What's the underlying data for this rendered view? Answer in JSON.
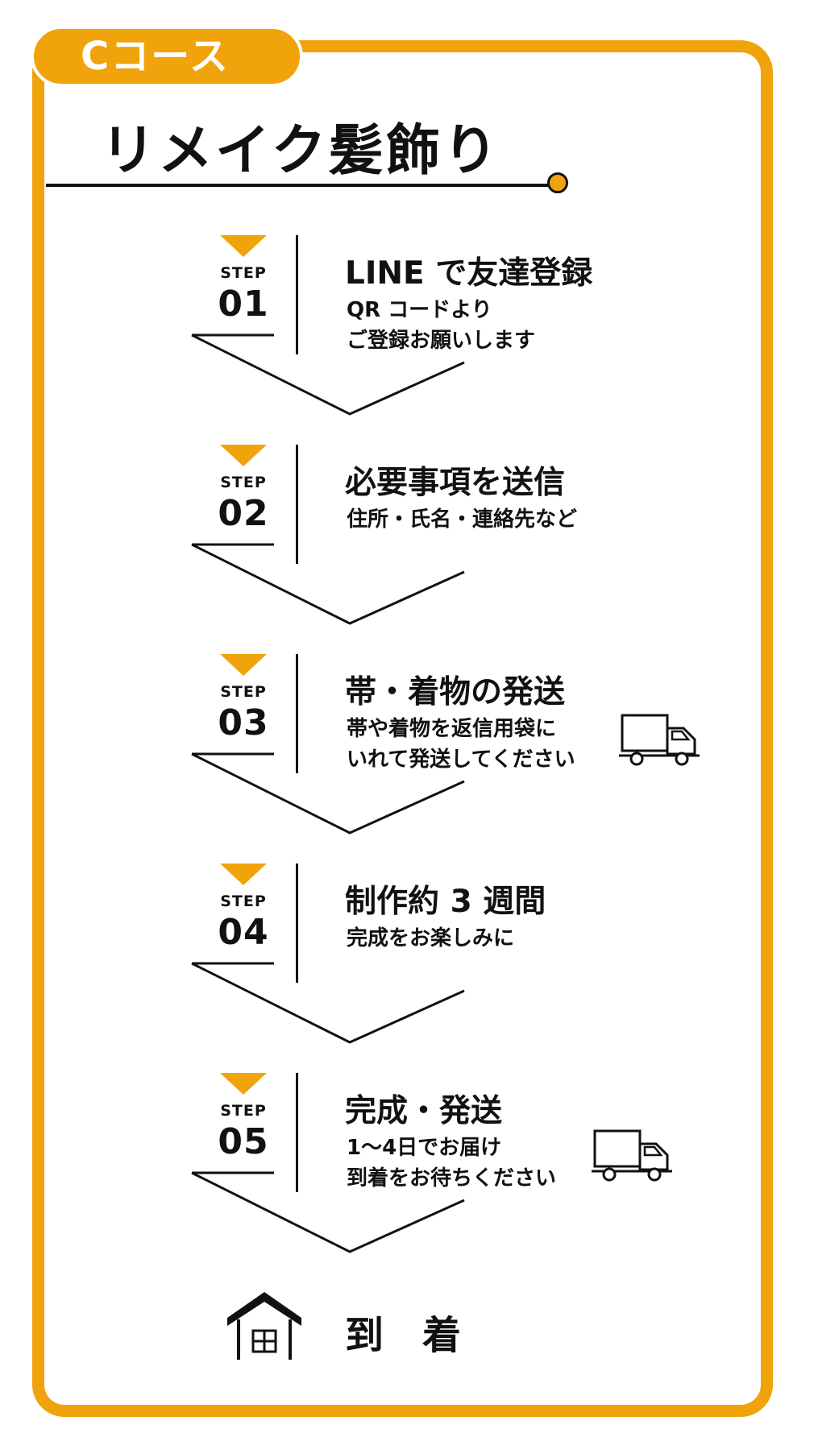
{
  "course_label": "Cコース",
  "title": "リメイク髪飾り",
  "step_word": "STEP",
  "steps": [
    {
      "number": "01",
      "title": "LINE で友達登録",
      "desc": [
        "QR コードより",
        "ご登録お願いします"
      ],
      "truck": false
    },
    {
      "number": "02",
      "title": "必要事項を送信",
      "desc": [
        "住所・氏名・連絡先など"
      ],
      "truck": false
    },
    {
      "number": "03",
      "title": "帯・着物の発送",
      "desc": [
        "帯や着物を返信用袋に",
        "いれて発送してください"
      ],
      "truck": true
    },
    {
      "number": "04",
      "title": "制作約 3 週間",
      "desc": [
        "完成をお楽しみに"
      ],
      "truck": false
    },
    {
      "number": "05",
      "title": "完成・発送",
      "desc": [
        "1～4日でお届け",
        "到着をお待ちください"
      ],
      "truck": true
    }
  ],
  "arrival_label": "到着",
  "icons": {
    "truck": "truck-icon",
    "house": "house-icon",
    "marker": "triangle-down-icon"
  },
  "colors": {
    "accent": "#f0a30a",
    "ink": "#111111",
    "background": "#ffffff"
  }
}
